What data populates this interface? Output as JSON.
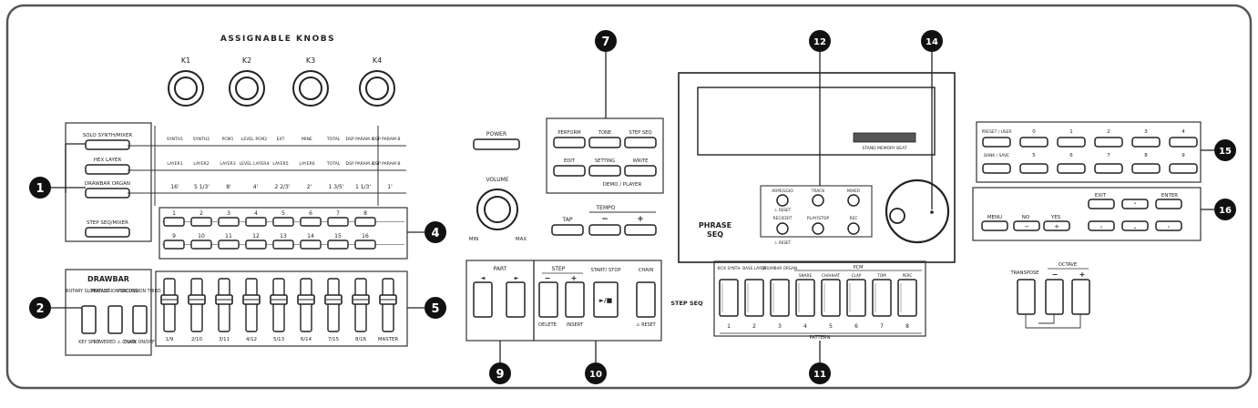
{
  "knobs": {
    "title": "ASSIGNABLE KNOBS",
    "labels": [
      "K1",
      "K2",
      "K3",
      "K4"
    ]
  },
  "modes": {
    "buttons": [
      "SOLO SYNTH/MIXER",
      "HEX LAYER",
      "DRAWBAR ORGAN",
      "STEP SEQ/MIXER"
    ],
    "row1": [
      "SYNTH1",
      "SYNTH2",
      "PCM1",
      "LEVEL PCM2",
      "EXT",
      "MINE",
      "TOTAL",
      "DSP PARAM A",
      "DSP PARAM B"
    ],
    "row2": [
      "LAYER1",
      "LAYER2",
      "LAYER3",
      "LEVEL LAYER4",
      "LAYER5",
      "LAYER6",
      "TOTAL",
      "DSP PARAM A",
      "DSP PARAM B"
    ],
    "row3": [
      "16'",
      "5 1/3'",
      "8'",
      "4'",
      "2 2/3'",
      "2'",
      "1 3/5'",
      "1 1/3'",
      "1'"
    ]
  },
  "buttons_top": [
    "1",
    "2",
    "3",
    "4",
    "5",
    "6",
    "7",
    "8"
  ],
  "buttons_bottom": [
    "9",
    "10",
    "11",
    "12",
    "13",
    "14",
    "15",
    "16"
  ],
  "drawbar": {
    "title": "DRAWBAR",
    "top_labels": [
      "ROTARY SLOW/FAST",
      "PERCUSSION SECOND",
      "PERCUSSION THIRD"
    ],
    "bottom_labels": [
      "KEY SPLIT",
      "POWERED ⚠ CHAIN",
      "CLICK ON/OFF"
    ]
  },
  "sliders": [
    "1/9",
    "2/10",
    "3/11",
    "4/12",
    "5/13",
    "6/14",
    "7/15",
    "8/16",
    "MASTER"
  ],
  "power": {
    "label": "POWER"
  },
  "volume": {
    "label": "VOLUME",
    "min": "MIN",
    "max": "MAX"
  },
  "mode_panel": {
    "buttons": [
      "PERFORM",
      "TONE",
      "STEP SEQ",
      "EDIT",
      "SETTING",
      "WRITE"
    ],
    "sub": "DEMO / PLAYER"
  },
  "tempo": {
    "label": "TEMPO",
    "tap": "TAP",
    "minus": "−",
    "plus": "+"
  },
  "part": {
    "label": "PART",
    "left": "◄",
    "right": "►"
  },
  "step": {
    "label": "STEP",
    "minus": "−",
    "plus": "+",
    "delete": "DELETE",
    "insert": "INSERT"
  },
  "startstop": {
    "label": "START/ STOP",
    "symbol": "►/■"
  },
  "chain": {
    "label": "CHAIN",
    "sub": "⚠ RESET"
  },
  "step_seq_label": "STEP SEQ",
  "phrase_seq_label": "PHRASE SEQ",
  "display": {
    "status": "STAND MEMORY BEAT"
  },
  "phrase_buttons": {
    "row1": [
      "ARPEGGIO",
      "TRACK",
      "MIXER"
    ],
    "row1_sub": "⚠ RESET",
    "row2": [
      "REC/EDIT",
      "PLAY/STOP",
      "REC"
    ],
    "row2_sub": "⚠ RESET"
  },
  "seq_header": {
    "items": [
      "KICK SYNTH",
      "BASS LAYER",
      "DRUMBAR ORGAN",
      "PCM"
    ],
    "pcm_sub": [
      "SNARE",
      "CH/HIHAT",
      "CLAP",
      "TOM",
      "PERC"
    ],
    "numbers": [
      "1",
      "2",
      "3",
      "4",
      "5",
      "6",
      "7",
      "8"
    ],
    "footer": "PATTERN"
  },
  "preset": {
    "labels_row1": [
      "PRESET / USER",
      "0",
      "1",
      "2",
      "3",
      "4"
    ],
    "labels_row2": [
      "BANK / SAVE",
      "5",
      "6",
      "7",
      "8",
      "9"
    ]
  },
  "nav": {
    "exit": "EXIT",
    "enter": "ENTER",
    "menu": "MENU",
    "no": "NO",
    "yes": "YES",
    "no_sym": "−",
    "yes_sym": "+"
  },
  "transpose": {
    "label": "TRANSPOSE",
    "octave": "OCTAVE",
    "minus": "−",
    "plus": "+"
  },
  "callouts": [
    "1",
    "2",
    "4",
    "5",
    "7",
    "9",
    "10",
    "11",
    "12",
    "14",
    "15",
    "16"
  ]
}
